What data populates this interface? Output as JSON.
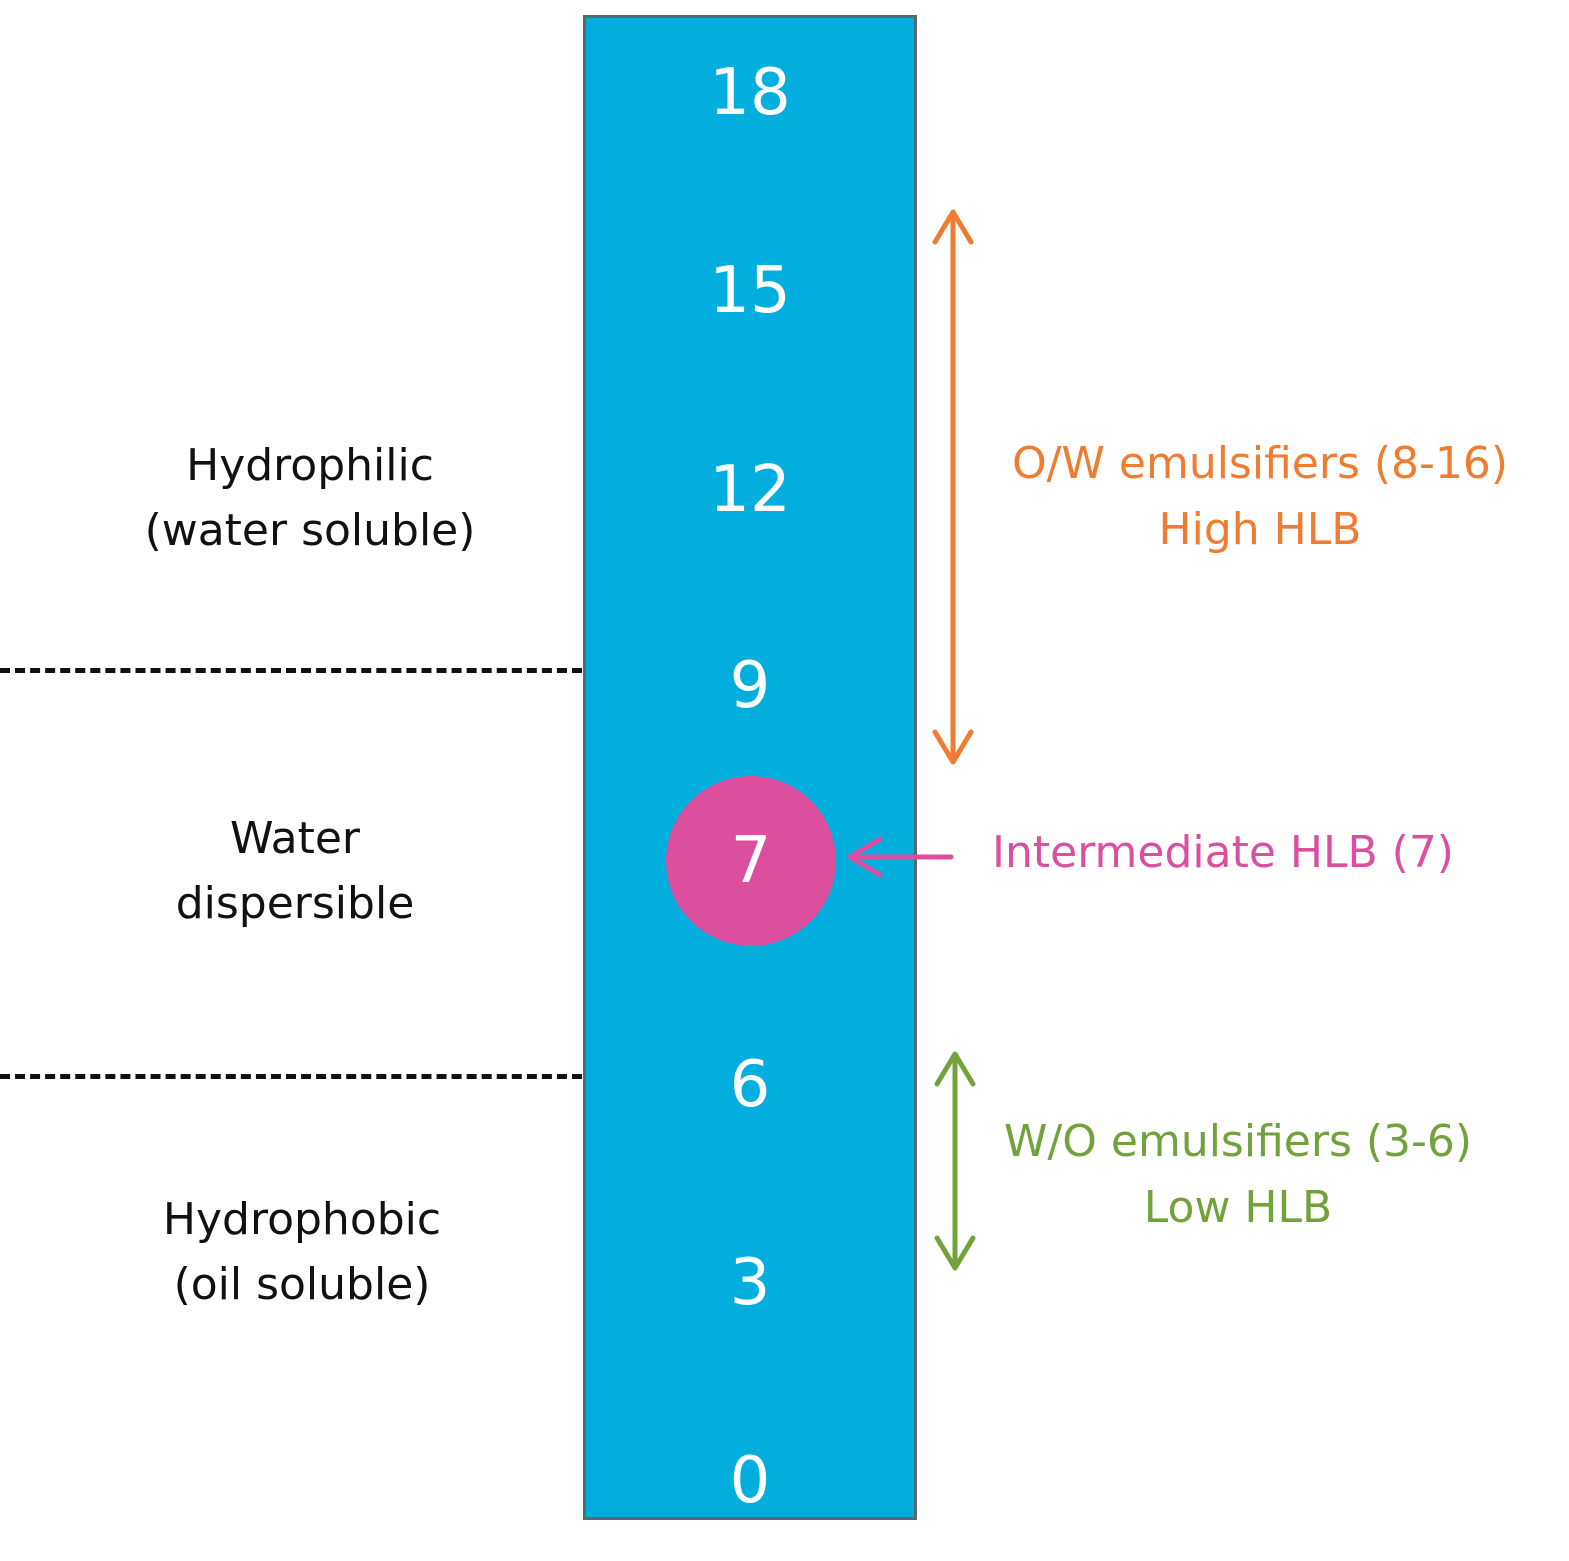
{
  "scale": {
    "ticks": [
      "18",
      "15",
      "12",
      "9",
      "6",
      "3",
      "0"
    ],
    "highlight": "7"
  },
  "regions": {
    "hydrophilic": [
      "Hydrophilic",
      "(water soluble)"
    ],
    "dispersible": [
      "Water",
      "dispersible"
    ],
    "hydrophobic": [
      "Hydrophobic",
      "(oil soluble)"
    ]
  },
  "ranges": {
    "ow": [
      "O/W emulsifiers (8-16)",
      "High HLB"
    ],
    "intermediate": "Intermediate HLB (7)",
    "wo": [
      "W/O emulsifiers (3-6)",
      "Low HLB"
    ]
  },
  "colors": {
    "bar": "#02aedd",
    "ow": "#ee7d31",
    "intermediate": "#dc4f9e",
    "wo": "#72a23b"
  }
}
